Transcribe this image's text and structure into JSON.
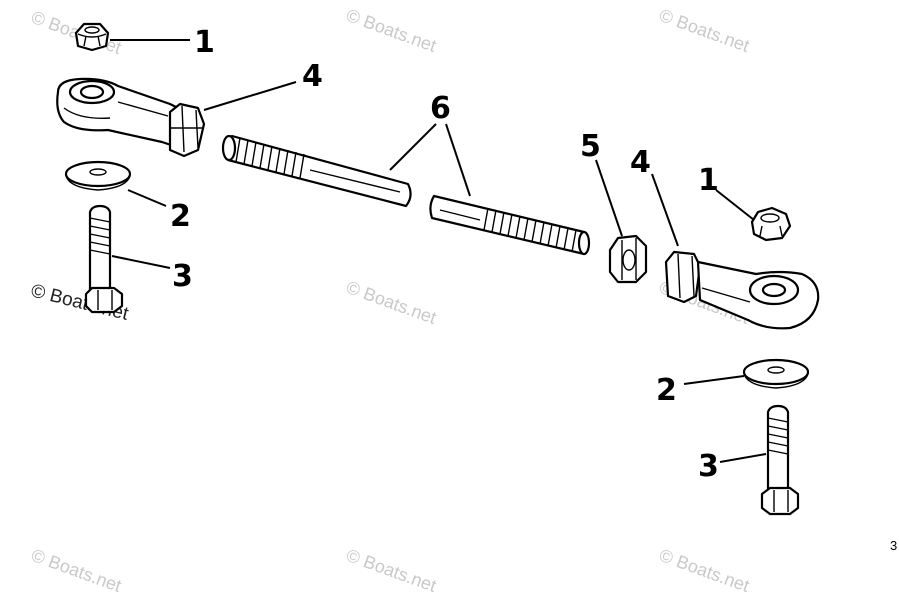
{
  "callouts": {
    "nut_left": "1",
    "rod_end_left": "4",
    "washer_left": "2",
    "bolt_left": "3",
    "rod": "6",
    "jam_nut": "5",
    "rod_end_right": "4",
    "nut_right": "1",
    "washer_right": "2",
    "bolt_right": "3"
  },
  "page_number": "3",
  "watermarks": {
    "boats": "© Boats.net"
  }
}
